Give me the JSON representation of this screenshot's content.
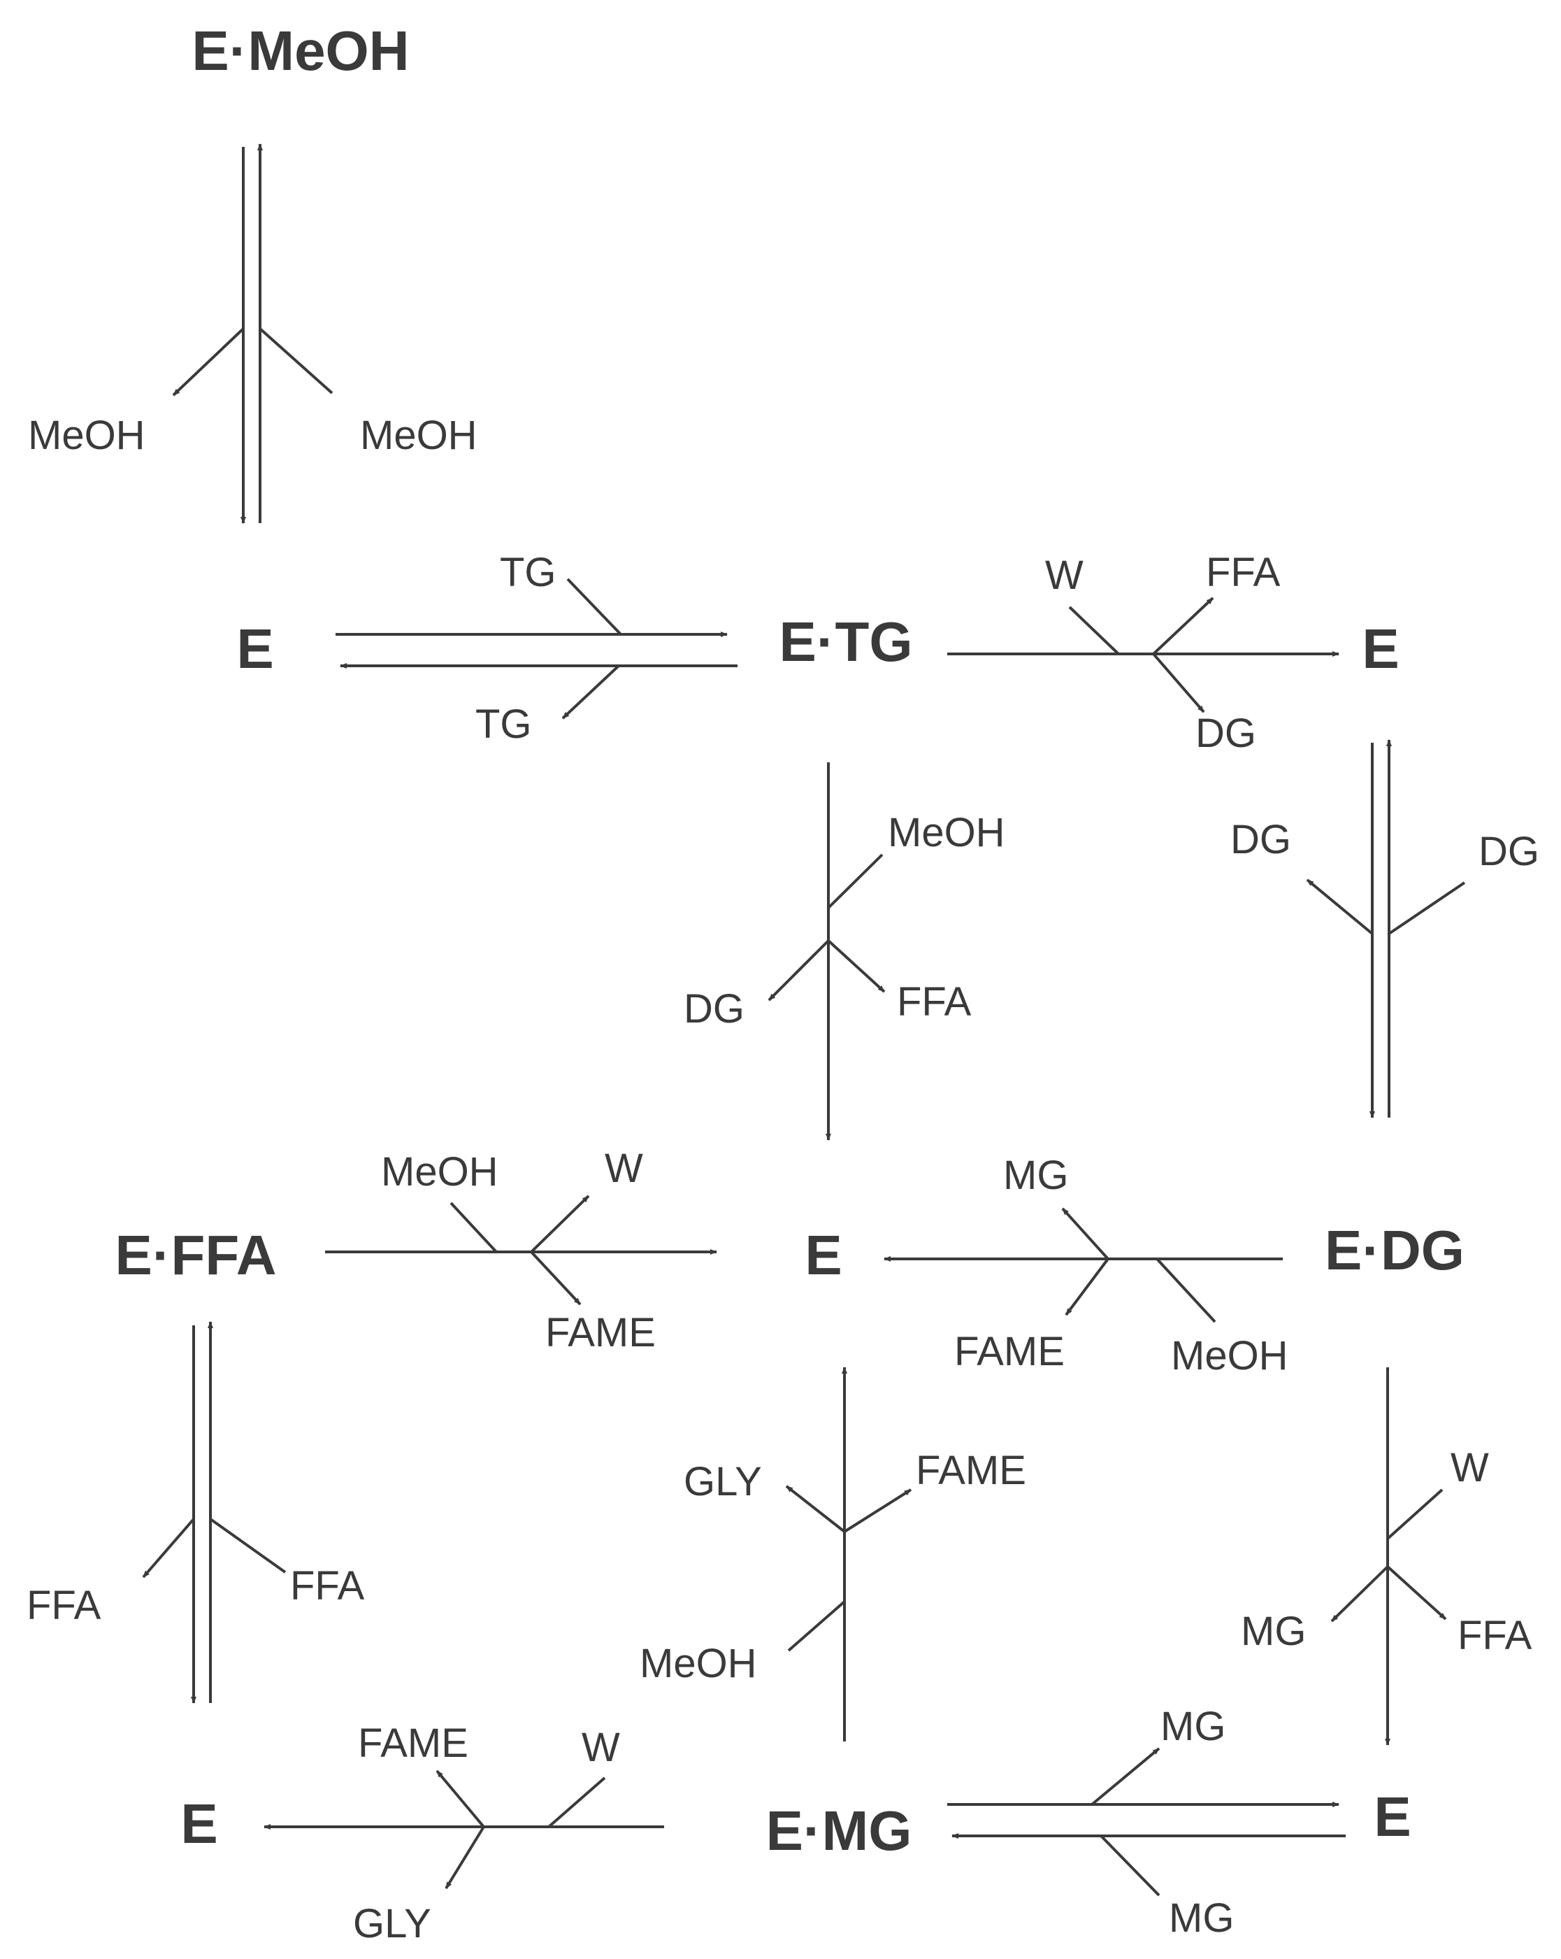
{
  "nodes": {
    "e_meoh": "E·MeOH",
    "e_1": "E",
    "e_tg": "E·TG",
    "e_2": "E",
    "e_ffa": "E·FFA",
    "e_3": "E",
    "e_dg": "E·DG",
    "e_4": "E",
    "e_mg": "E·MG",
    "e_5": "E"
  },
  "labels": {
    "meoh_left": "MeOH",
    "meoh_right": "MeOH",
    "tg_top": "TG",
    "tg_bottom": "TG",
    "w_top": "W",
    "ffa_top": "FFA",
    "dg_top": "DG",
    "meoh_mid": "MeOH",
    "dg_mid": "DG",
    "ffa_mid": "FFA",
    "dg_rev_left": "DG",
    "dg_rev_right": "DG",
    "meoh_ffa_row": "MeOH",
    "w_ffa_row": "W",
    "fame_ffa_row": "FAME",
    "mg_dg_row": "MG",
    "fame_dg_row": "FAME",
    "meoh_dg_row": "MeOH",
    "ffa_rev_left": "FFA",
    "ffa_rev_right": "FFA",
    "gly_mg_col": "GLY",
    "fame_mg_col": "FAME",
    "meoh_mg_col": "MeOH",
    "w_right_col": "W",
    "mg_right_col": "MG",
    "ffa_right_col": "FFA",
    "fame_bottom": "FAME",
    "w_bottom": "W",
    "gly_bottom": "GLY",
    "mg_rev_top": "MG",
    "mg_rev_bottom": "MG"
  }
}
